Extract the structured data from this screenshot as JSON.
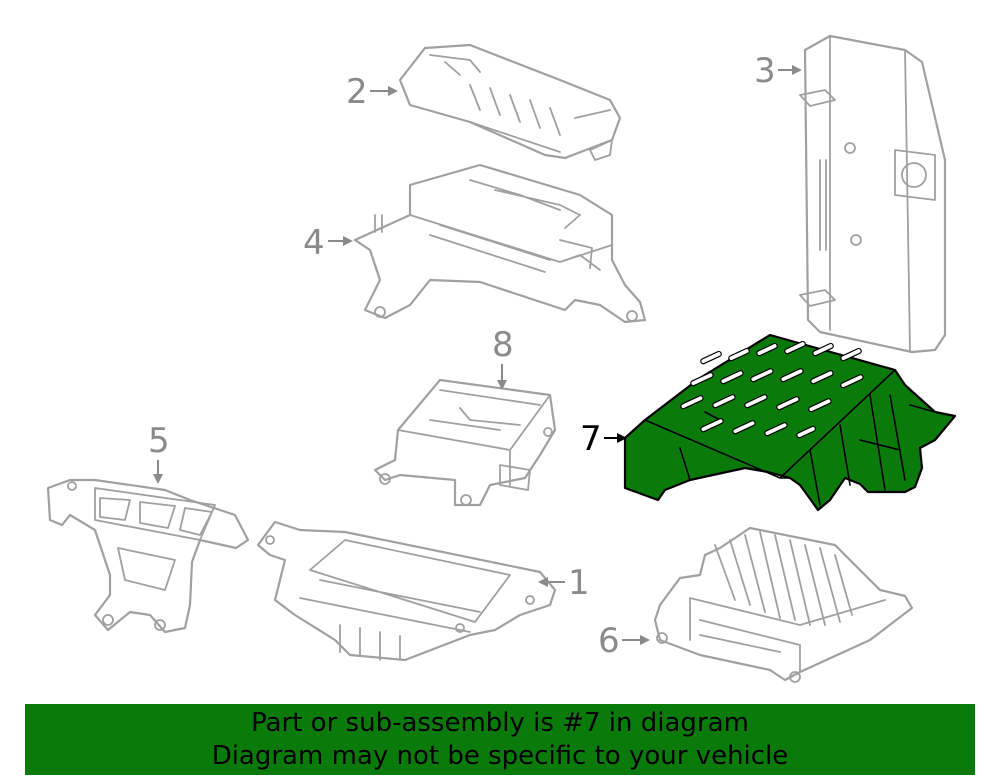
{
  "callouts": [
    "1",
    "2",
    "3",
    "4",
    "5",
    "6",
    "7",
    "8"
  ],
  "highlighted_part": "7",
  "colors": {
    "highlight": "#0a7a0a",
    "line": "#a0a0a0",
    "banner": "#0a7a0a"
  },
  "banner": {
    "line1": "Part or sub-assembly is #7 in diagram",
    "line2": "Diagram may not be specific to your vehicle"
  }
}
